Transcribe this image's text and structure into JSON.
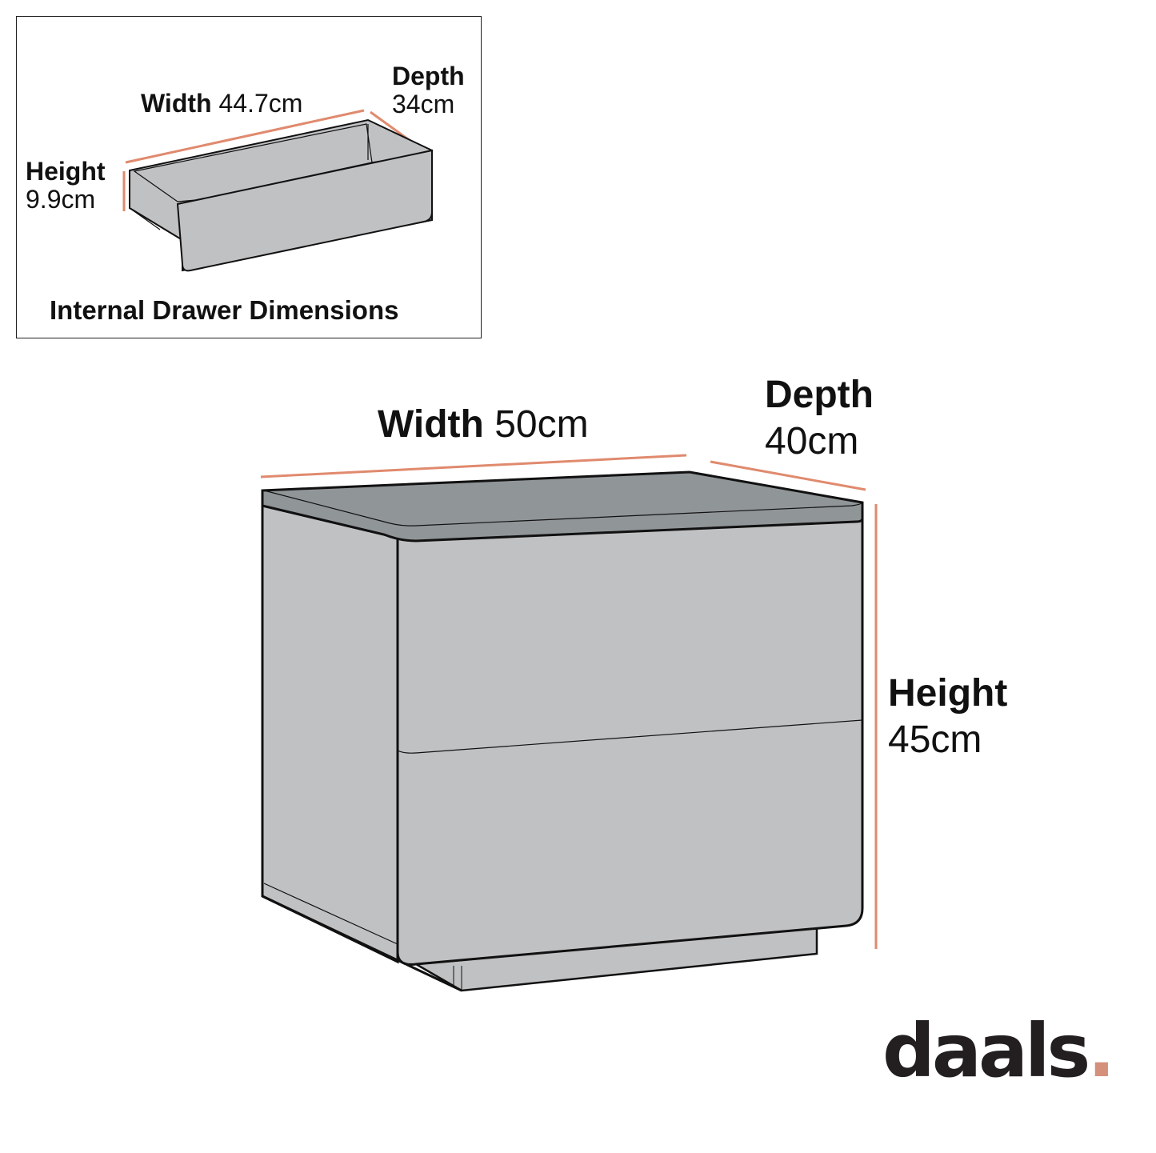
{
  "inset": {
    "title": "Internal Drawer Dimensions",
    "width": {
      "label": "Width",
      "value": "44.7cm"
    },
    "depth": {
      "label": "Depth",
      "value": "34cm"
    },
    "height": {
      "label": "Height",
      "value": "9.9cm"
    }
  },
  "main": {
    "width": {
      "label": "Width",
      "value": "50cm"
    },
    "depth": {
      "label": "Depth",
      "value": "40cm"
    },
    "height": {
      "label": "Height",
      "value": "45cm"
    }
  },
  "brand": {
    "name": "daals",
    "dot": "."
  },
  "colors": {
    "dimension_line": "#e08a6e",
    "body": "#c0c1c3",
    "top": "#909598",
    "outline": "#111111",
    "brand_dot": "#d4907a"
  }
}
